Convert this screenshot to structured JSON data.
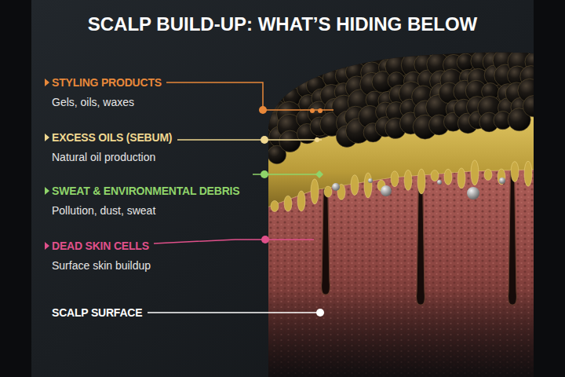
{
  "diagram": {
    "title": "SCALP BUILD-UP: WHAT’S HIDING BELOW",
    "labels": [
      "STYLING PRODUCTS",
      "Gels, oils, waxes",
      "EXCESS OILS (SEBUM)",
      "Natural oil production",
      "SWEAT & ENVIRONMENTAL DEBRIS",
      "Pollution, dust, sweat",
      "DEAD SKIN CELLS",
      "Surface skin buildup",
      "SCALP SURFACE"
    ]
  }
}
